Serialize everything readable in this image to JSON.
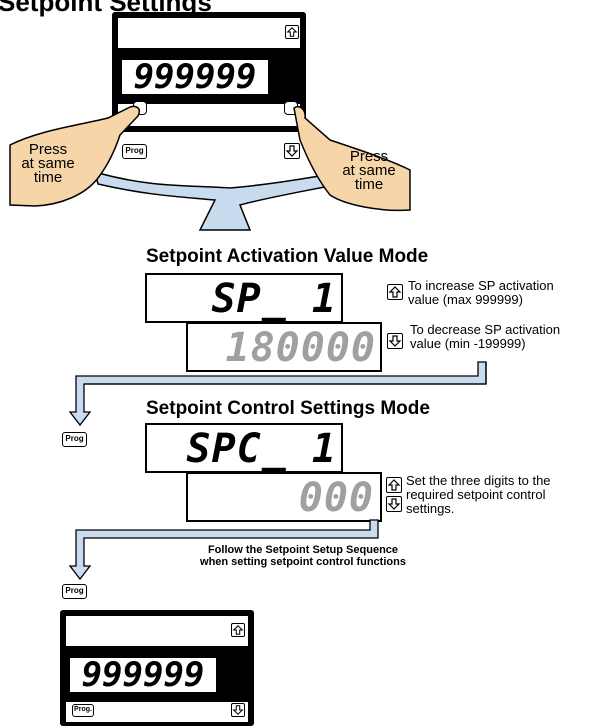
{
  "title": "Setpoint Settings",
  "top_meter": {
    "display": "999999",
    "prog_label": "Prog"
  },
  "hands": {
    "left_label": "Press\nat same\ntime",
    "right_label": "Press\nat same\ntime"
  },
  "activation": {
    "heading": "Setpoint Activation Value Mode",
    "upper_display": "SP_ 1",
    "lower_display": "180000",
    "up_note": "To increase SP activation value (max 999999)",
    "down_note": "To decrease SP activation value (min -199999)"
  },
  "control": {
    "heading": "Setpoint Control Settings Mode",
    "upper_display": "SPC_ 1",
    "lower_display": "000",
    "note": "Set the three digits to the required setpoint control settings.",
    "prog_label": "Prog"
  },
  "follow": {
    "line1": "Follow the Setpoint Setup Sequence",
    "line2": "when setting setpoint control functions",
    "prog_label": "Prog"
  },
  "bottom_meter": {
    "display": "999999",
    "prog_label": "Prog."
  }
}
